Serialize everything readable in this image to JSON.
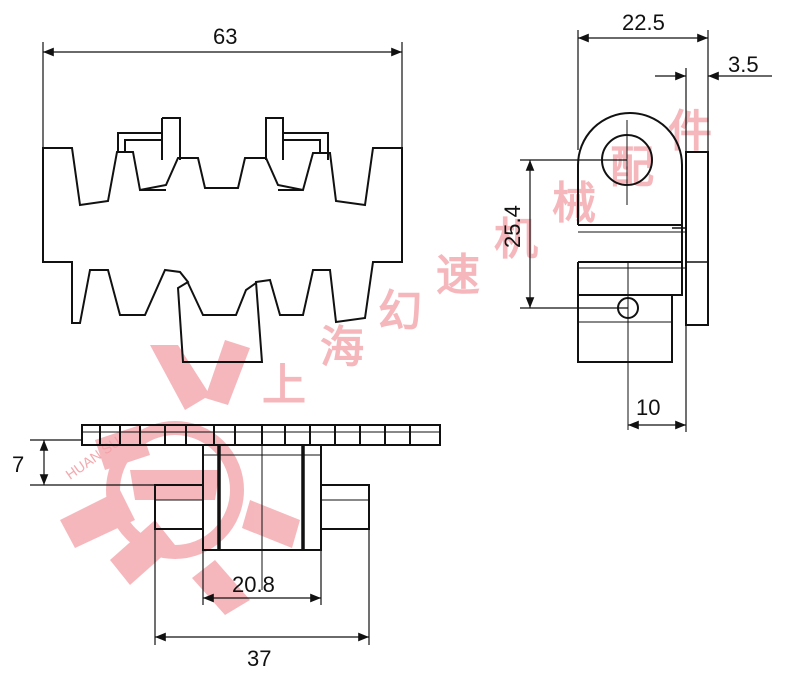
{
  "dimensions": {
    "width_top": "63",
    "width_side": "22.5",
    "thickness_side": "3.5",
    "height_side": "25.4",
    "offset_side": "10",
    "height_bottom": "7",
    "inner_bottom": "20.8",
    "width_bottom": "37"
  },
  "watermark": {
    "chinese": [
      "上",
      "海",
      "幻",
      "速",
      "机",
      "械",
      "配",
      "件"
    ],
    "english": "HUAN SU"
  },
  "colors": {
    "line": "#111111",
    "watermark": "#f2a0a6"
  }
}
